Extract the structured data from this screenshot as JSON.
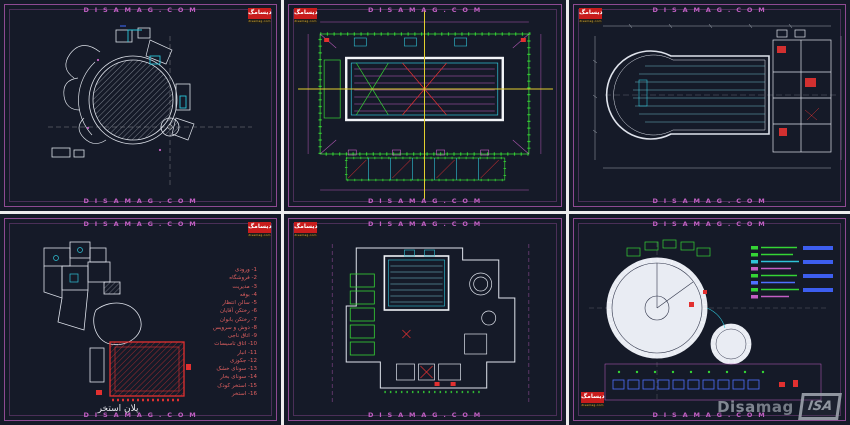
{
  "banner": "D I S A M A G . C O M",
  "stamp": {
    "brand_fa": "دیسامگ",
    "site_en": "disamag.com"
  },
  "watermark": {
    "brand_a": "Disa",
    "brand_b": "mag",
    "logo_text": "ISA"
  },
  "pool_plan": {
    "title_fa": "پلان استخر",
    "legend": [
      "1- ورودی",
      "2- فروشگاه",
      "3- مدیریت",
      "4- بوفه",
      "5- سالن انتظار",
      "6- رختکن آقایان",
      "7- رختکن بانوان",
      "8- دوش و سرویس",
      "9- اتاق ناجی",
      "10- اتاق تاسیسات",
      "11- انبار",
      "12- جکوزی",
      "13- سونای خشک",
      "14- سونای بخار",
      "15- استخر کودک",
      "16- استخر"
    ]
  }
}
